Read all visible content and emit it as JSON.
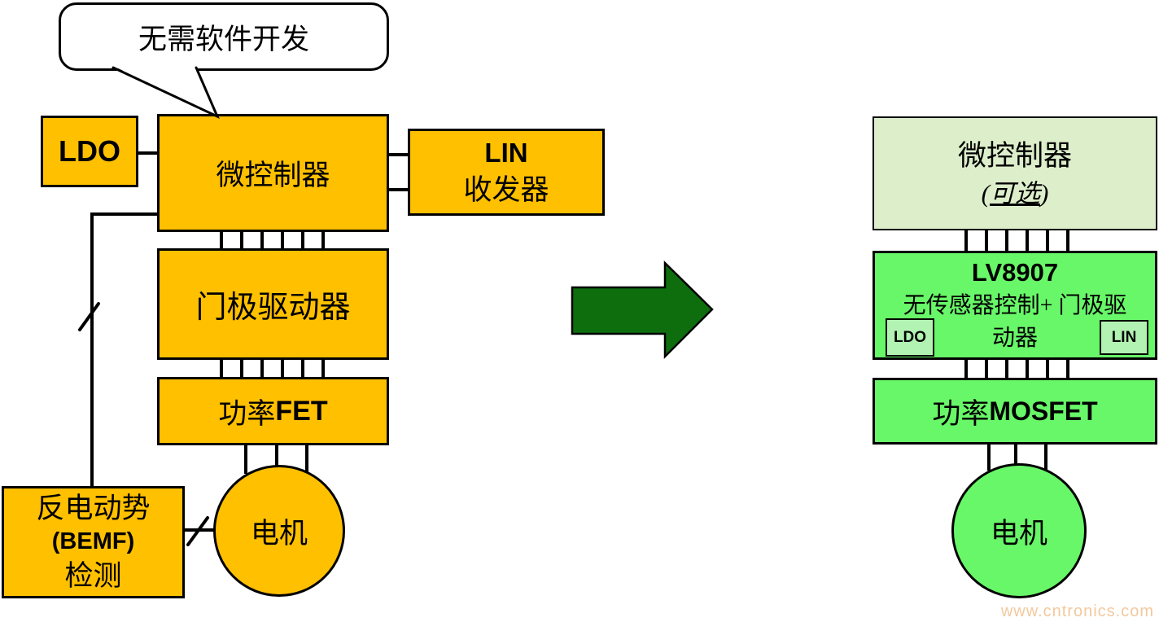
{
  "callout": {
    "label": "无需软件开发"
  },
  "left": {
    "ldo": "LDO",
    "mcu": "微控制器",
    "lin1": "LIN",
    "lin2": "收发器",
    "gate_driver": "门极驱动器",
    "fet_cn": "功率",
    "fet_en": "FET",
    "motor": "电机",
    "bemf1": "反电动势",
    "bemf2": "(BEMF)",
    "bemf3": "检测"
  },
  "right": {
    "mcu": "微控制器",
    "optional_open": "(",
    "optional": "可选",
    "optional_close": ")",
    "chip": "LV8907",
    "desc1": "无传感器控制+ 门极驱",
    "desc2": "动器",
    "ldo": "LDO",
    "lin": "LIN",
    "mosfet_cn": "功率",
    "mosfet_en": "MOSFET",
    "motor": "电机"
  },
  "watermark": "www.cntronics.com",
  "colors": {
    "block_orange": "#FFC000",
    "pale_green": "#DDEECB",
    "bright_green": "#68F768",
    "small_box_green": "#B2F2B2",
    "arrow_green": "#0E6E0E",
    "watermark_text": "#F2C99E",
    "outline": "#000000"
  }
}
